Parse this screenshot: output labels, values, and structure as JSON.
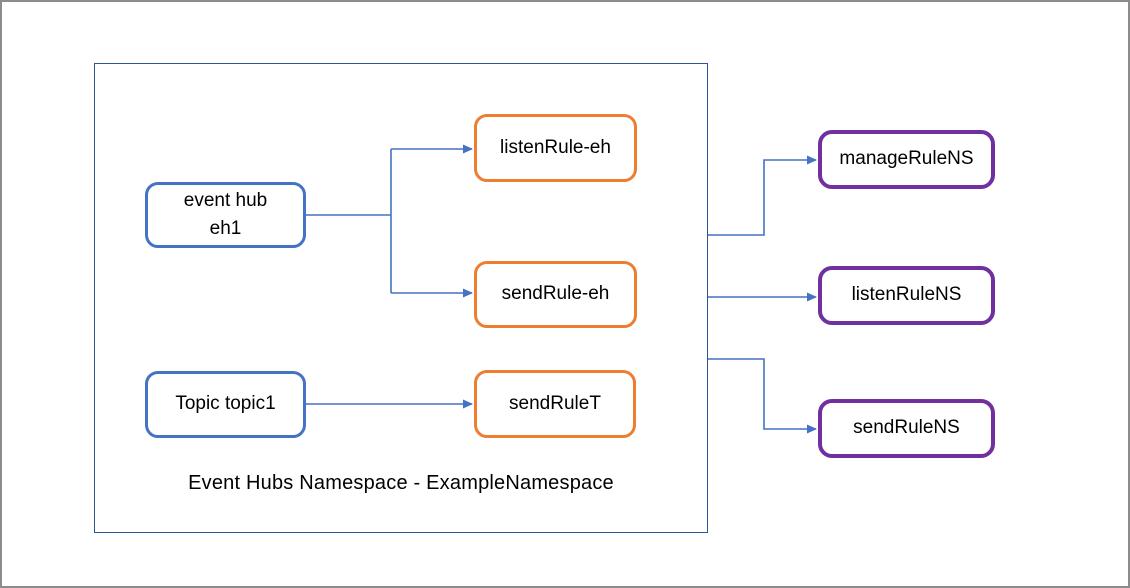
{
  "diagram": {
    "title": "Event Hubs Namespace - ExampleNamespace",
    "nodes": {
      "event_hub": {
        "label": "event hub\neh1",
        "border_color": "#4472C4"
      },
      "topic": {
        "label": "Topic topic1",
        "border_color": "#4472C4"
      },
      "listen_rule_eh": {
        "label": "listenRule-eh",
        "border_color": "#ED7D31"
      },
      "send_rule_eh": {
        "label": "sendRule-eh",
        "border_color": "#ED7D31"
      },
      "send_rule_t": {
        "label": "sendRuleT",
        "border_color": "#ED7D31"
      },
      "manage_rule_ns": {
        "label": "manageRuleNS",
        "border_color": "#7030A0"
      },
      "listen_rule_ns": {
        "label": "listenRuleNS",
        "border_color": "#7030A0"
      },
      "send_rule_ns": {
        "label": "sendRuleNS",
        "border_color": "#7030A0"
      }
    },
    "edges": [
      {
        "from": "event hub eh1",
        "to": "listenRule-eh"
      },
      {
        "from": "event hub eh1",
        "to": "sendRule-eh"
      },
      {
        "from": "Topic topic1",
        "to": "sendRuleT"
      },
      {
        "from": "Event Hubs Namespace - ExampleNamespace",
        "to": "manageRuleNS"
      },
      {
        "from": "Event Hubs Namespace - ExampleNamespace",
        "to": "listenRuleNS"
      },
      {
        "from": "Event Hubs Namespace - ExampleNamespace",
        "to": "sendRuleNS"
      }
    ],
    "colors": {
      "connector": "#4472C4",
      "namespace_border": "#2F5496",
      "canvas_border": "#8C8C8C",
      "blue_node_border": "#4472C4",
      "orange_node_border": "#ED7D31",
      "purple_node_border": "#7030A0"
    }
  }
}
